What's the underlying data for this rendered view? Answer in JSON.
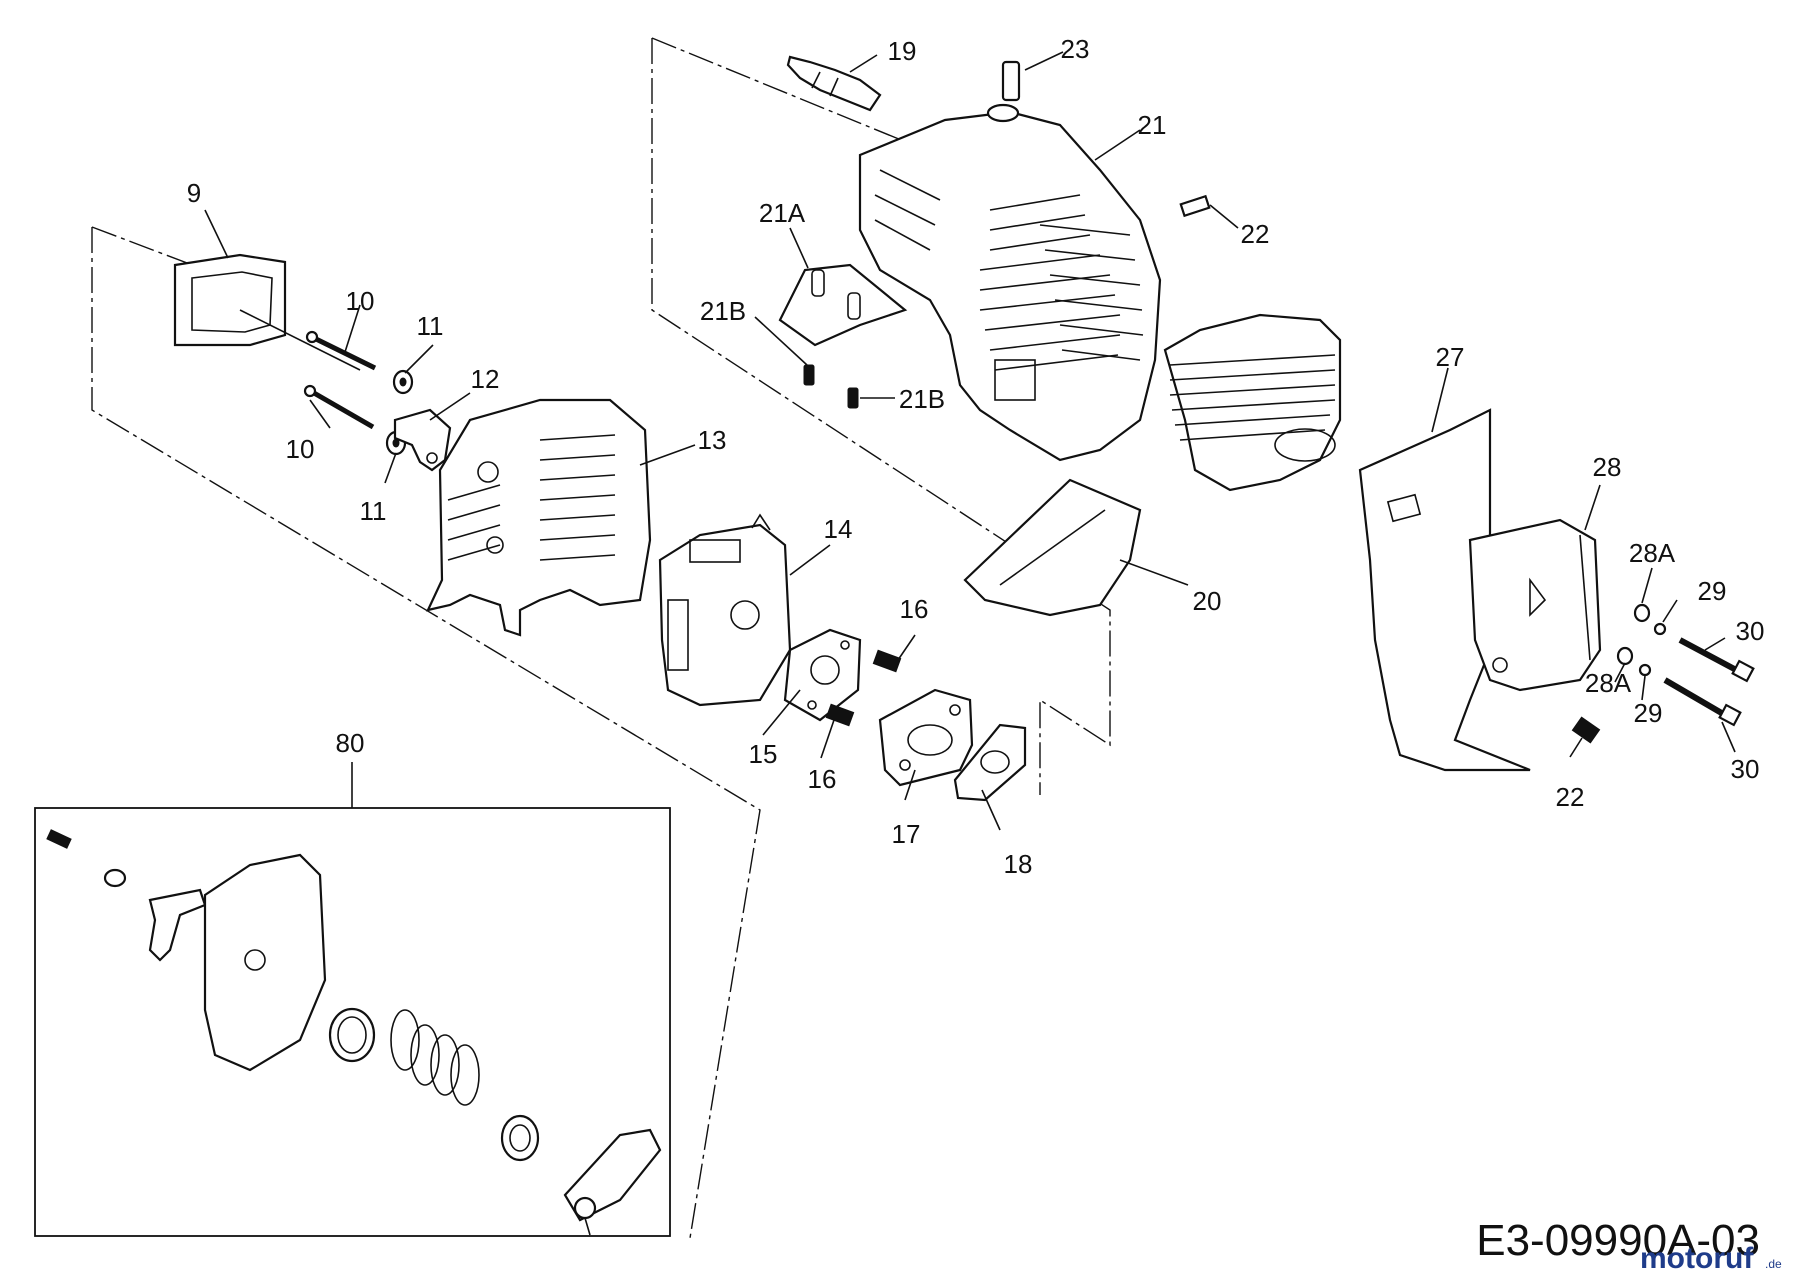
{
  "diagram": {
    "drawing_code": "E3-09990A-03",
    "watermark": {
      "text": "motoruf",
      "suffix": ".de",
      "color_primary": "#1f3c8a",
      "color_accent": "#d03030"
    },
    "labels": {
      "p9": "9",
      "p10a": "10",
      "p10b": "10",
      "p11a": "11",
      "p11b": "11",
      "p12": "12",
      "p13": "13",
      "p14": "14",
      "p15": "15",
      "p16a": "16",
      "p16b": "16",
      "p17": "17",
      "p18": "18",
      "p19": "19",
      "p20": "20",
      "p21": "21",
      "p21A": "21A",
      "p21Ba": "21B",
      "p21Bb": "21B",
      "p22a": "22",
      "p22b": "22",
      "p23": "23",
      "p27": "27",
      "p28": "28",
      "p28Aa": "28A",
      "p28Ab": "28A",
      "p29a": "29",
      "p29b": "29",
      "p30a": "30",
      "p30b": "30",
      "p80": "80"
    }
  }
}
